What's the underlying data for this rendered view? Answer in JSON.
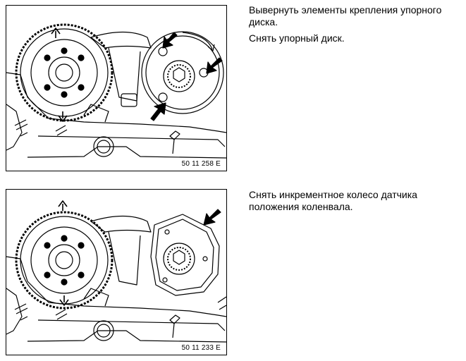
{
  "steps": [
    {
      "text": "Вывернуть элементы крепления упорного диска."
    },
    {
      "text": "Снять упорный диск."
    },
    {
      "text": "Снять инкрементное колесо датчика положения коленвала."
    }
  ],
  "figures": [
    {
      "code": "50 11 258 E"
    },
    {
      "code": "50 11 233 E"
    }
  ]
}
